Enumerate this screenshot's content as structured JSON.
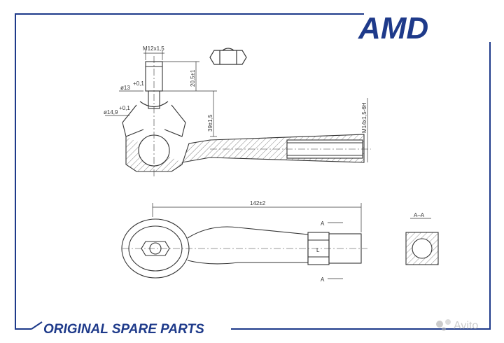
{
  "logo": {
    "text": "AMD",
    "color": "#1e3a8a"
  },
  "footer": {
    "text": "ORIGINAL SPARE PARTS",
    "color": "#1e3a8a"
  },
  "watermark": {
    "text": "Avito"
  },
  "labels": {
    "thread_pin": "M12x1,5",
    "stud_length": "20,5±1",
    "dia13": "ø13",
    "dia13_tol": "+0,1",
    "dia14": "ø14,9",
    "dia14_tol": "+0,1",
    "height": "39±1,5",
    "thread_end": "M14x1,5-6H",
    "overall_length": "142±2",
    "section": "A–A",
    "cut_top": "A",
    "cut_bottom": "A",
    "mark_L": "L"
  },
  "colors": {
    "frame": "#1e3a8a",
    "line": "#333333",
    "hatch": "#555555"
  }
}
